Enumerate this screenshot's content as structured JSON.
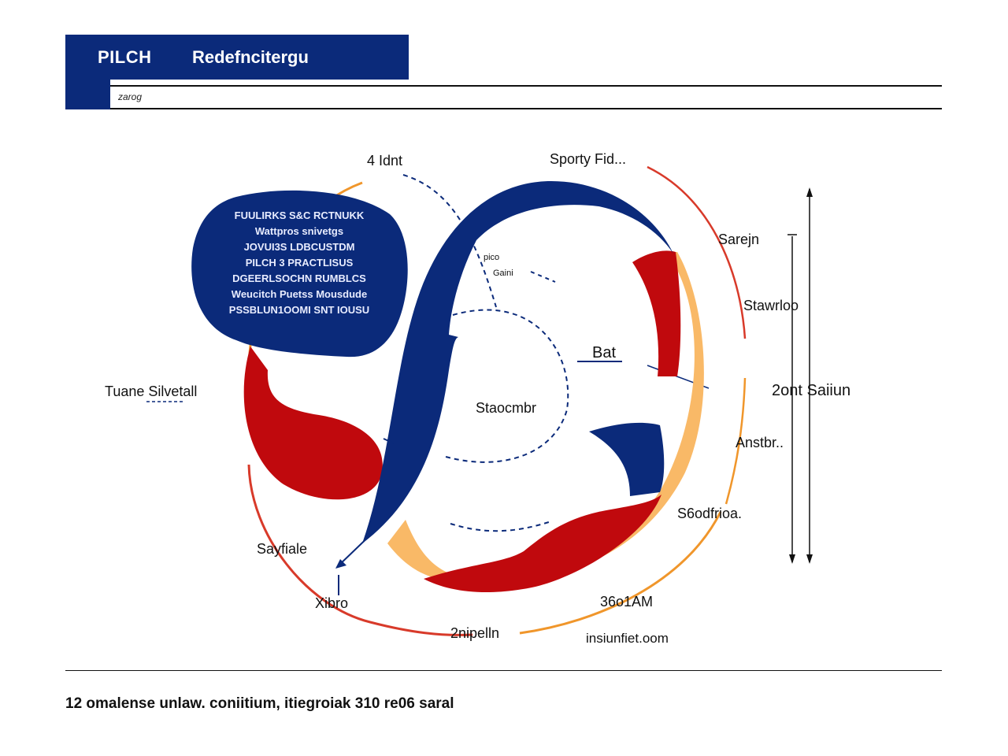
{
  "header": {
    "brand": "PILCH",
    "title": "Redefncitergu",
    "subtitle": "zarog"
  },
  "colors": {
    "navy": "#0b2a7a",
    "red": "#c0090d",
    "orange": "#f9b967",
    "arc_orange": "#f0962b",
    "arc_red": "#d83a2a"
  },
  "bubble": {
    "lines": [
      "FUULIRKS S&C RCTNUKK",
      "Wattpros snivetgs",
      "JOVUI3S LDBCUSTDM",
      "PILCH 3 PRACTLISUS",
      "DGEERLSOCHN RUMBLCS",
      "Weucitch Puetss Mousdude",
      "PSSBLUN1OOMI SNT IOUSU"
    ]
  },
  "labels": {
    "top_left": "4 Idnt",
    "top_right": "Sporty Fid...",
    "right_1": "Sarejn",
    "right_2": "Stawrloo",
    "right_3": "2ont Saiiun",
    "right_4": "Anstbr..",
    "right_5": "S6odfrioa.",
    "bottom_right": "36o1AM",
    "bottom_url": "insiunfiet.oom",
    "bottom_center": "2nipelln",
    "bottom_left_1": "Sayfiale",
    "bottom_left_2": "Xibro",
    "left": "Tuane Silvetall",
    "inner_center": "Staocmbr",
    "inner_small_1": "pico",
    "inner_small_2": "Gaini",
    "inner_right": "Bat"
  },
  "footer": {
    "text": "12 omalense unlaw. coniitium,  itiegroiak 310 re06 saral"
  }
}
